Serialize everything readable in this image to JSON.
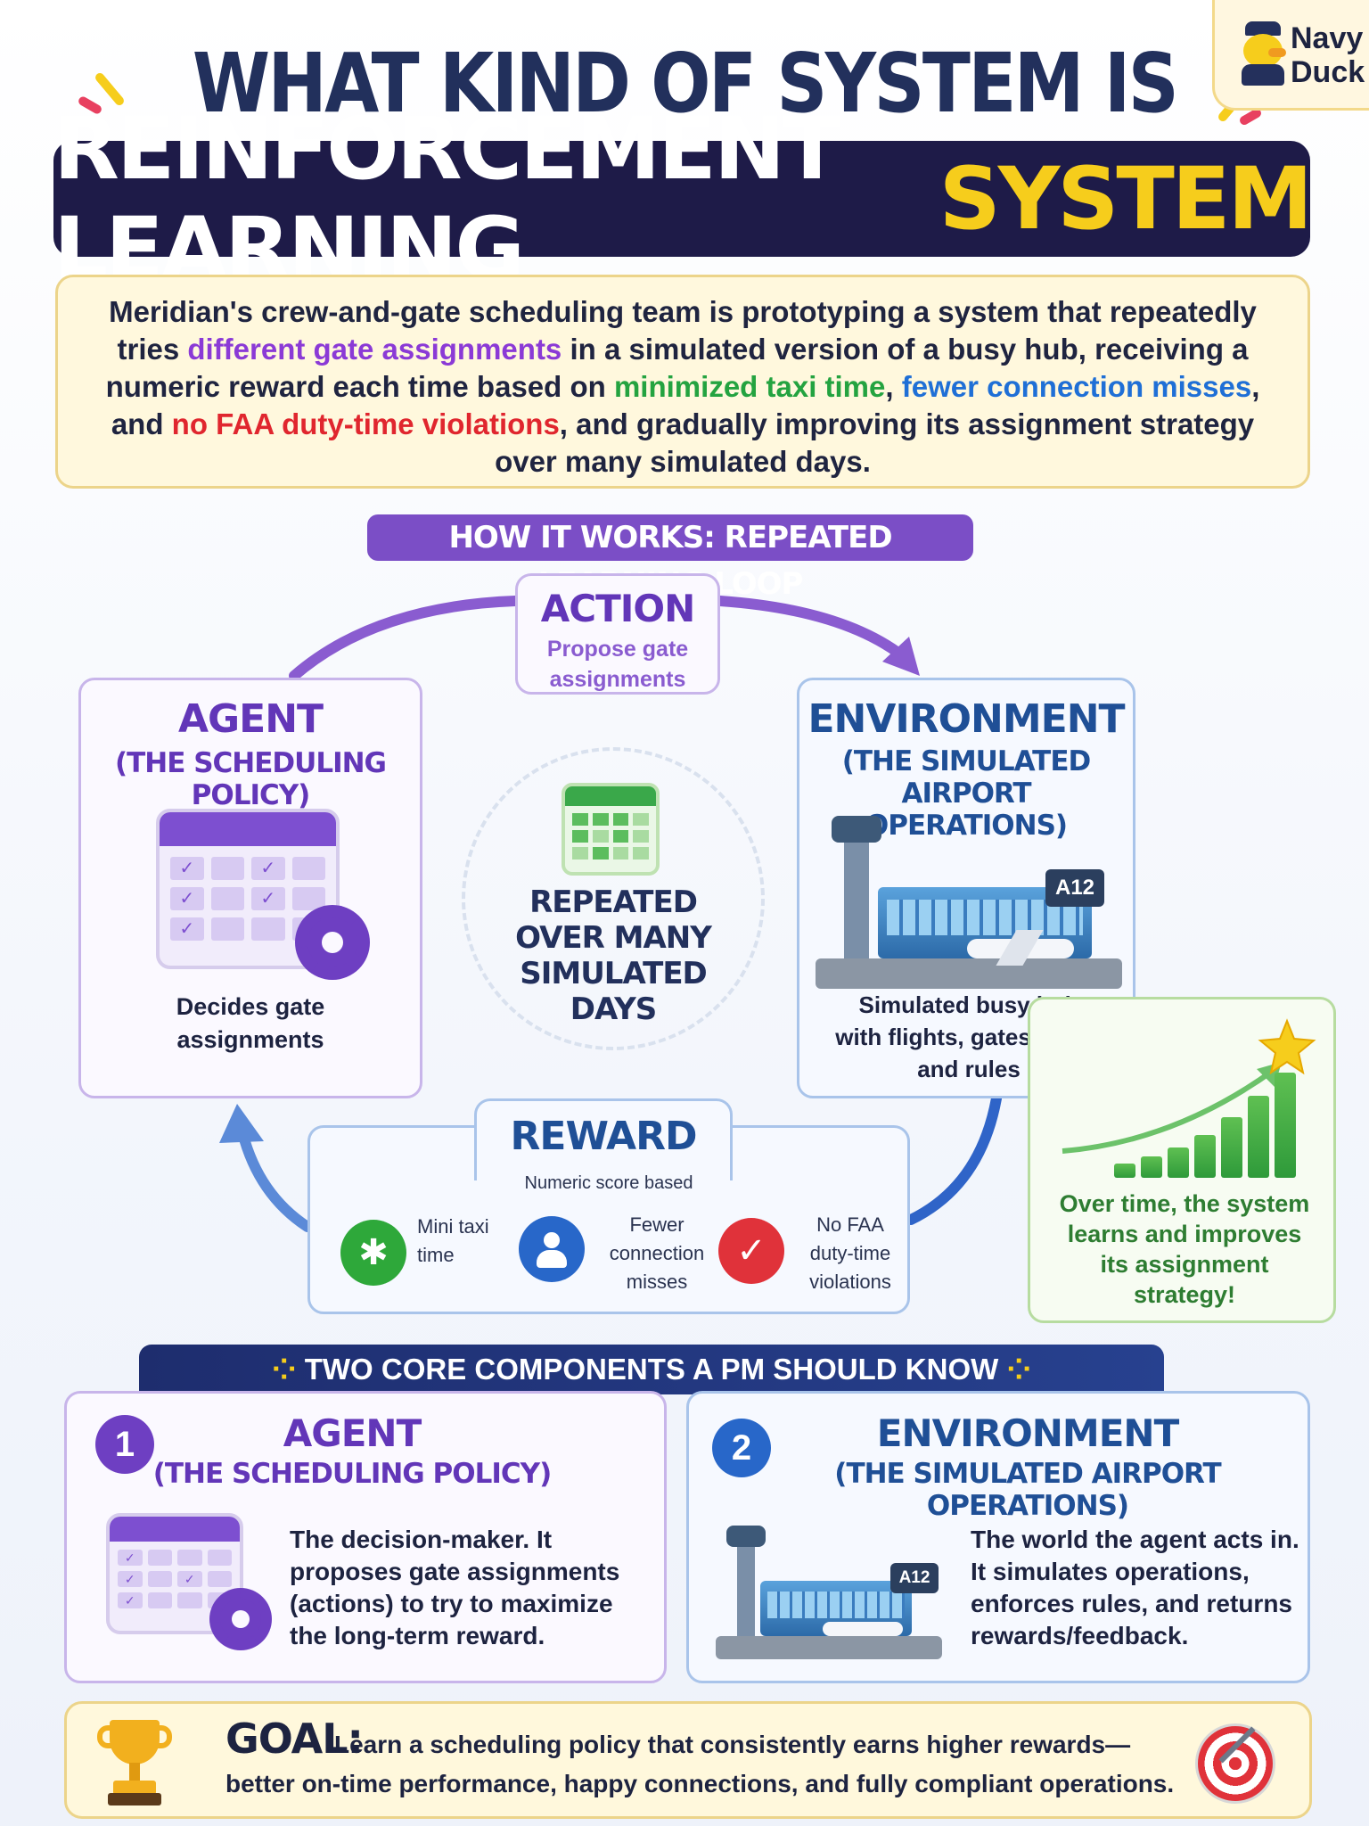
{
  "header": {
    "title": "WHAT KIND OF SYSTEM IS THIS?",
    "banner_white": "REINFORCEMENT LEARNING",
    "banner_yellow": "SYSTEM",
    "logo_line1": "Navy",
    "logo_line2": "Duck"
  },
  "intro": {
    "p1": "Meridian's crew-and-gate scheduling team is prototyping a system that repeatedly tries ",
    "h1": "different gate assignments",
    "p2": " in a simulated version of a busy hub, receiving a numeric reward each time based on ",
    "h2": "minimized taxi time",
    "p3": ", ",
    "h3": "fewer connection misses",
    "p4": ", and ",
    "h4": "no FAA duty-time violations",
    "p5": ", and gradually improving its assignment strategy over many simulated days."
  },
  "loop": {
    "label": "HOW IT WORKS: REPEATED LEARNING LOOP",
    "action_title": "ACTION",
    "action_desc": "Propose gate assignments",
    "agent_title": "AGENT",
    "agent_sub": "(THE SCHEDULING POLICY)",
    "agent_desc": "Decides gate assignments",
    "env_title": "ENVIRONMENT",
    "env_sub": "(THE SIMULATED AIRPORT OPERATIONS)",
    "env_desc": "Simulated busy hub with flights, gates, crew, and rules",
    "gate_label": "A12",
    "center_text": "REPEATED OVER MANY SIMULATED DAYS",
    "reward_title": "REWARD",
    "reward_sub": "Numeric score based",
    "reward_items": [
      {
        "label": "Mini taxi time",
        "icon": "taxi-icon",
        "color": "#2ea83a"
      },
      {
        "label": "Fewer connection misses",
        "icon": "people-icon",
        "color": "#2867c9"
      },
      {
        "label": "No FAA duty-time violations",
        "icon": "shield-check-icon",
        "color": "#e0323a"
      }
    ],
    "growth_text": "Over time, the system learns and improves its assignment strategy!"
  },
  "components": {
    "banner": "TWO CORE COMPONENTS A PM SHOULD KNOW",
    "agent": {
      "num": "1",
      "title": "AGENT",
      "sub": "(THE SCHEDULING POLICY)",
      "desc": "The decision-maker. It proposes gate assignments (actions) to try to maximize the long-term reward."
    },
    "env": {
      "num": "2",
      "title": "ENVIRONMENT",
      "sub": "(THE SIMULATED AIRPORT OPERATIONS)",
      "desc": "The world the agent acts in. It simulates operations, enforces rules, and returns rewards/feedback.",
      "gate_label": "A12"
    }
  },
  "goal": {
    "label": "GOAL:",
    "line1": "Learn a scheduling policy that consistently earns higher rewards—",
    "line2": "better on-time performance, happy connections, and fully compliant operations."
  },
  "colors": {
    "purple": "#7b4ec6",
    "navy": "#1e1b48",
    "yellow": "#f6cd1c",
    "blue": "#1f6fd6",
    "green": "#24a340",
    "red": "#e0262e"
  }
}
